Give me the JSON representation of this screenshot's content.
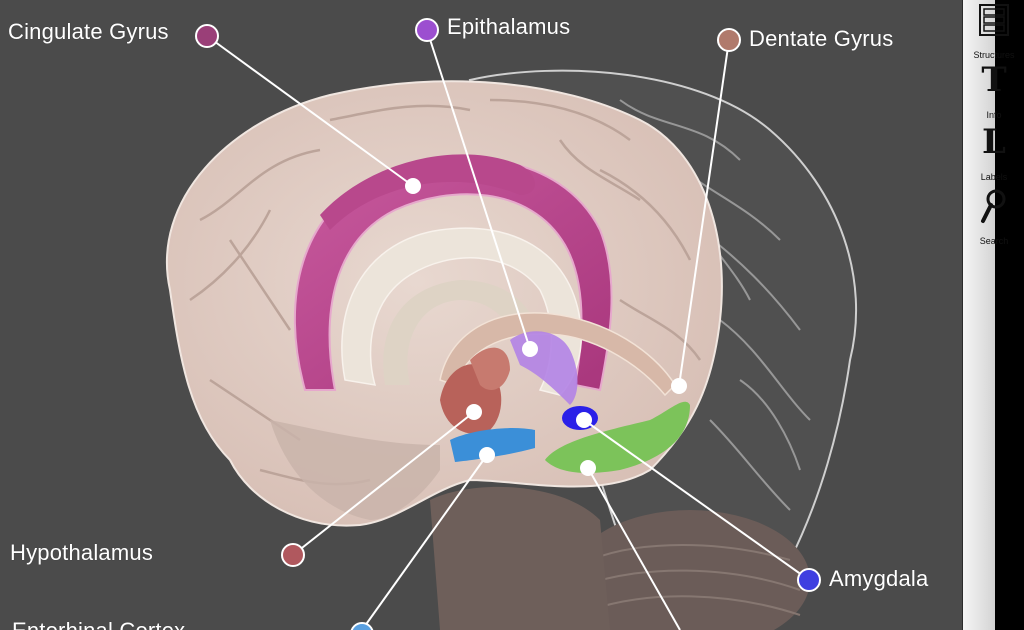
{
  "labels": {
    "cingulate": "Cingulate Gyrus",
    "epithalamus": "Epithalamus",
    "dentate": "Dentate Gyrus",
    "hypothalamus": "Hypothalamus",
    "amygdala": "Amygdala",
    "entorhinal": "Entorhinal Cortex"
  },
  "colors": {
    "cingulate": "#9a3f78",
    "epithalamus": "#9c4fd0",
    "dentate": "#b07a6c",
    "hypothalamus": "#b0585e",
    "amygdala": "#3f3fe0",
    "entorhinal": "#5aa0e0"
  },
  "toolbar": {
    "structures": "Structures",
    "info": "Info",
    "labels": "Labels",
    "search": "Search",
    "info_glyph": "T",
    "labels_glyph": "L"
  },
  "icons": {
    "structures": "layers-icon",
    "info": "text-t-icon",
    "labels": "label-l-icon",
    "search": "magnifier-icon"
  }
}
